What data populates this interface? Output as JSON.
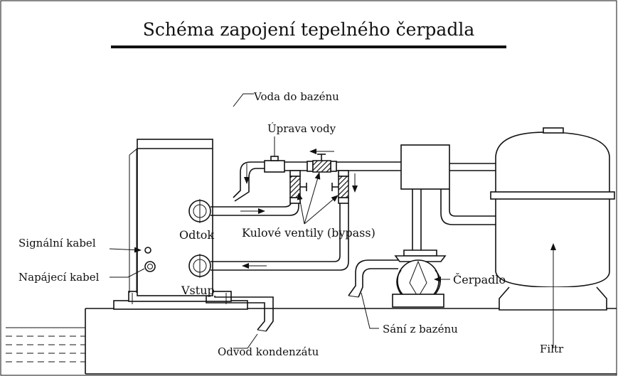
{
  "title": "Schéma zapojení tepelného čerpadla",
  "labels": {
    "water_to_pool": "Voda do bazénu",
    "water_treatment": "Úprava vody",
    "outlet": "Odtok",
    "inlet": "Vstup",
    "ball_valves": "Kulové ventily (bypass)",
    "signal_cable": "Signální kabel",
    "power_cable": "Napájecí kabel",
    "pump": "Čerpadlo",
    "pool_suction": "Sání z bazénu",
    "condensate_drain": "Odvod kondenzátu",
    "filter": "Filtr"
  }
}
